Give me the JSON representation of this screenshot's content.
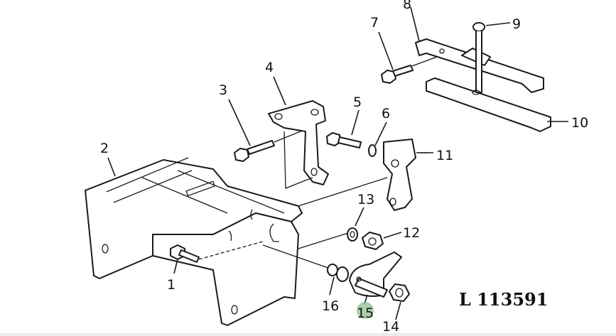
{
  "diagram": {
    "part_numbers": [
      "1",
      "2",
      "3",
      "4",
      "5",
      "6",
      "7",
      "8",
      "9",
      "10",
      "11",
      "12",
      "13",
      "14",
      "15",
      "16"
    ],
    "reference_code": "L 113591",
    "cursor_highlight_color": "#8fbf8f"
  }
}
